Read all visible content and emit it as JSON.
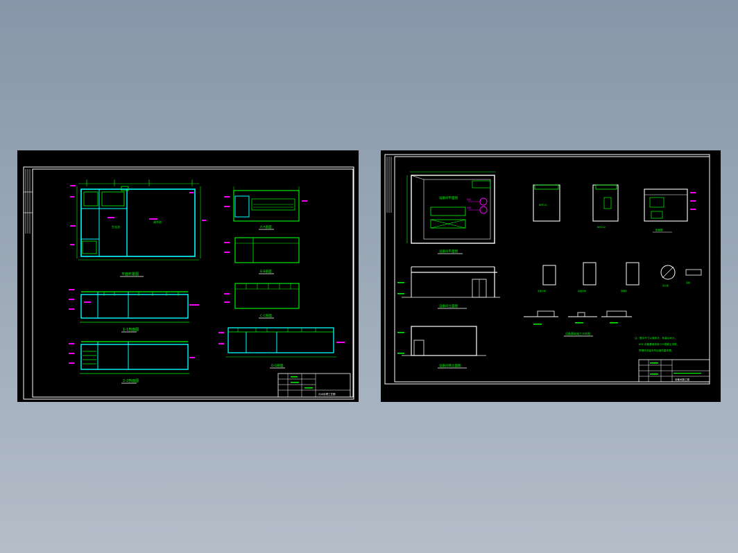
{
  "sheet_left": {
    "plans": {
      "plan_title": "平面布置图",
      "room_a": "生化池",
      "room_b": "调节池",
      "section_1_title": "1-1剖面图",
      "section_2_title": "2-2剖面图",
      "elev_a_title": "A-A剖面",
      "elev_b_title": "B-B剖面",
      "elev_c_title": "C-C剖面",
      "elev_d_title": "D-D剖面"
    },
    "title_block": {
      "drawing_name": "污水处理工艺图"
    }
  },
  "sheet_right": {
    "plan_room_label": "设备间平面图",
    "equip_1": "风机",
    "equip_2": "水泵",
    "plan_title": "设备间平面图",
    "elev_1_title": "设备间立面图",
    "elev_2_title": "设备间侧立面图",
    "detail_1": "KRY-01",
    "detail_2": "KRY-02",
    "detail_3": "剖面图",
    "detail_row_1": "支架大样",
    "detail_row_2": "基础大样",
    "detail_row_3": "预埋件",
    "detail_row_4": "法兰盘",
    "detail_row_5": "吊钩",
    "foundation_title": "设备基础施工大样图",
    "notes": [
      "注：图中尺寸以毫米计，标高以米计。",
      "KRY 设备基础采用C25混凝土浇筑。",
      "预埋件安装完毕后做防腐处理。"
    ],
    "title_block": {
      "drawing_name": "设备间施工图"
    }
  },
  "colors": {
    "background": "#8a98aa",
    "sheet": "#000000",
    "frame": "#ffffff",
    "wall": "#00ffff",
    "line": "#00ff00",
    "dim": "#ff00ff",
    "text": "#00ff00"
  }
}
